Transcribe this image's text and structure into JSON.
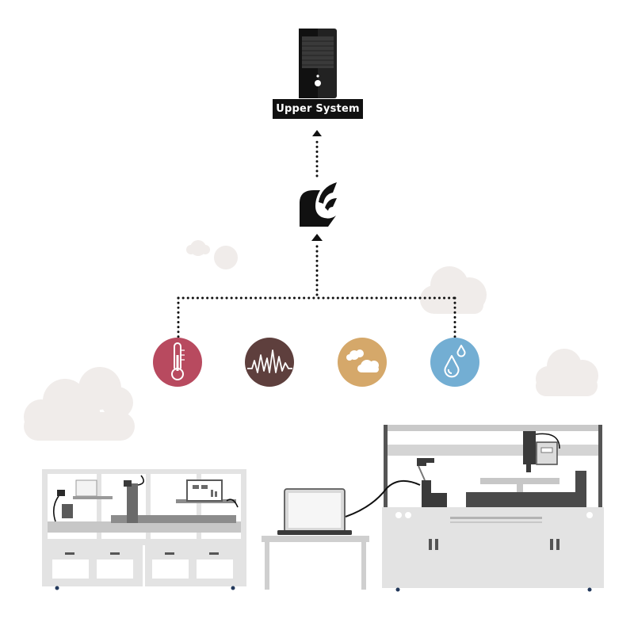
{
  "upper_system": {
    "label": "Upper System",
    "icon": "server-tower-icon"
  },
  "gateway": {
    "icon": "gateway-logo-icon"
  },
  "sensors": [
    {
      "name": "temperature",
      "icon": "thermometer-icon",
      "color": "#b84a5f"
    },
    {
      "name": "vibration",
      "icon": "waveform-icon",
      "color": "#5e3f3d"
    },
    {
      "name": "dust",
      "icon": "dust-cloud-icon",
      "color": "#d5a86a"
    },
    {
      "name": "humidity",
      "icon": "water-drop-icon",
      "color": "#73aed3"
    }
  ],
  "equipment": [
    {
      "name": "lab-automation-cabinet",
      "icon": "workstation-cabinet-icon"
    },
    {
      "name": "laptop-terminal",
      "icon": "laptop-icon"
    },
    {
      "name": "gantry-machine",
      "icon": "gantry-machine-icon"
    }
  ],
  "colors": {
    "cloud": "#f0ecea",
    "connector": "#111111",
    "machine_light": "#e3e3e3",
    "machine_dark": "#4a4a4a"
  }
}
